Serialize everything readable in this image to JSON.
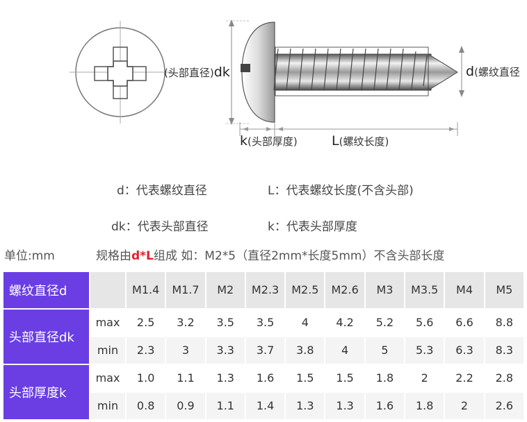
{
  "diagram": {
    "head_label_small": "(头部直径)",
    "head_label_big": "dk",
    "thread_label_big": "d",
    "thread_label_small": "(螺纹直径",
    "k_label_big": "k",
    "k_label_small": "(头部厚度)",
    "L_label_big": "L",
    "L_label_small": "(螺纹长度)"
  },
  "legend": {
    "d": "d：代表螺纹直径",
    "L": "L：代表螺纹长度(不含头部)",
    "dk": "dk：代表头部直径",
    "k": "k：代表头部厚度"
  },
  "unit": {
    "unit_text": "单位:mm",
    "spec_prefix": "规格由",
    "spec_highlight": "d*L",
    "spec_suffix": "组成  如：M2*5（直径2mm*长度5mm）不含头部长度"
  },
  "table": {
    "row_headers": {
      "thread": "螺纹直径d",
      "head_dia": "头部直径dk",
      "head_thick": "头部厚度k"
    },
    "sizes": [
      "M1.4",
      "M1.7",
      "M2",
      "M2.3",
      "M2.5",
      "M2.6",
      "M3",
      "M3.5",
      "M4",
      "M5"
    ],
    "sub_max": "max",
    "sub_min": "min",
    "dk_max": [
      "2.5",
      "3.2",
      "3.5",
      "3.5",
      "4",
      "4.2",
      "5.2",
      "5.6",
      "6.6",
      "8.8"
    ],
    "dk_min": [
      "2.3",
      "3",
      "3.3",
      "3.7",
      "3.8",
      "4",
      "5",
      "5.3",
      "6.3",
      "8.3"
    ],
    "k_max": [
      "1.0",
      "1.1",
      "1.3",
      "1.6",
      "1.5",
      "1.5",
      "1.8",
      "2",
      "2.2",
      "2.8"
    ],
    "k_min": [
      "0.8",
      "0.9",
      "1.1",
      "1.4",
      "1.3",
      "1.3",
      "1.6",
      "1.8",
      "2",
      "2.6"
    ]
  }
}
